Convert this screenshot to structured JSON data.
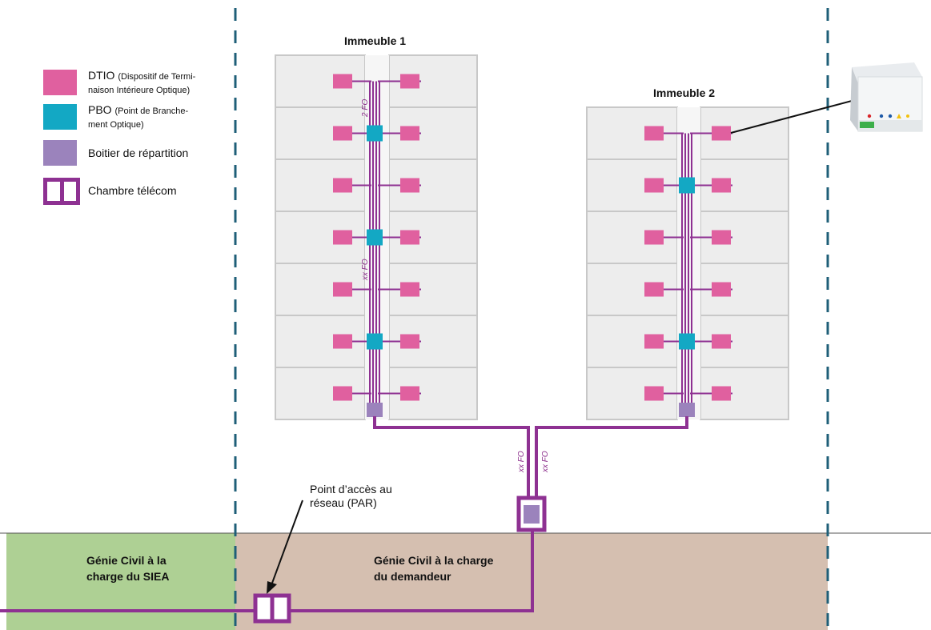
{
  "buildings": {
    "b1_title": "Immeuble 1",
    "b2_title": "Immeuble 2"
  },
  "legend": {
    "dtio_main": "DTIO",
    "dtio_sub_1": "(Dispositif de Termi-",
    "dtio_sub_2": "naison Intérieure Optique)",
    "pbo_main": "PBO",
    "pbo_sub_1": "(Point de Branche-",
    "pbo_sub_2": "ment Optique)",
    "boitier": "Boitier de répartition",
    "chambre": "Chambre télécom"
  },
  "annotations": {
    "fo_2": "2 FO",
    "fo_xx": "xx FO",
    "par_1": "Point d’accès au",
    "par_2": "réseau (PAR)"
  },
  "zones": {
    "siea_1": "Génie Civil à la",
    "siea_2": "charge du SIEA",
    "dem_1": "Génie Civil à la charge",
    "dem_2": "du demandeur"
  },
  "colors": {
    "dtio": "#e0609f",
    "pbo": "#13a8c4",
    "boitier": "#9b83bc",
    "cable": "#8e3192",
    "floor_fill": "#ededed",
    "floor_border": "#c8c8c8",
    "green_zone": "#aed094",
    "tan_zone": "#d5bfb0",
    "dashed": "#1f5f78"
  },
  "icons": {
    "device": "wall-box-device-icon"
  }
}
